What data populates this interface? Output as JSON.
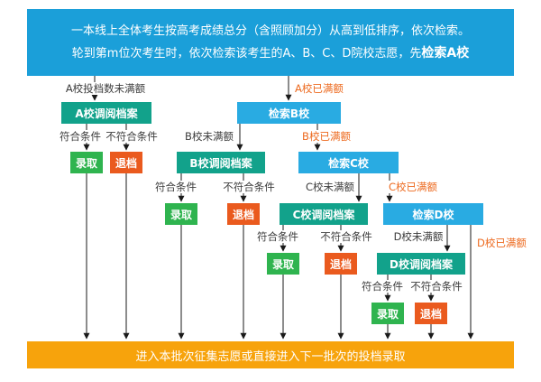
{
  "banner": {
    "line1": "一本线上全体考生按高考成绩总分（含照顾加分）从高到低排序，依次检索。",
    "line2_normal": "轮到第m位次考生时，依次检索该考生的A、B、C、D院校志愿，先",
    "line2_bold": "检索A校"
  },
  "footer": {
    "text": "进入本批次征集志愿或直接进入下一批次的投档录取"
  },
  "boxes": {
    "a_review": "A校调阅档案",
    "b_search": "检索B校",
    "b_review": "B校调阅档案",
    "c_search": "检索C校",
    "c_review": "C校调阅档案",
    "d_search": "检索D校",
    "d_review": "D校调阅档案",
    "admit": "录取",
    "reject": "退档"
  },
  "labels": {
    "a_not_full": "A校投档数未满额",
    "a_full": "A校已满额",
    "b_not_full": "B校未满额",
    "b_full": "B校已满额",
    "c_not_full": "C校未满额",
    "c_full": "C校已满额",
    "d_not_full": "D校未满额",
    "d_full": "D校已满额",
    "meet": "符合条件",
    "not_meet": "不符合条件"
  },
  "colors": {
    "banner_blue": "#1b9fd9",
    "search_blue": "#29abe2",
    "review_teal": "#12a28b",
    "admit_green": "#2fb44f",
    "reject_orange": "#ea5a1e",
    "footer_orange": "#f7a30c",
    "full_label_orange": "#ed6a1f",
    "connector_black": "#1a1a1a"
  }
}
